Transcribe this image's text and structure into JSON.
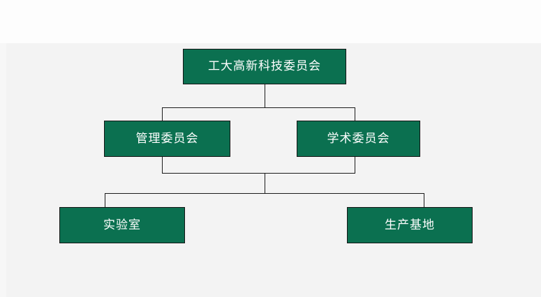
{
  "diagram": {
    "type": "organization-chart",
    "title": "",
    "colors": {
      "node_fill": "#0b7050",
      "node_border": "#141414",
      "node_text": "#ffffff",
      "connector": "#1a1a1a",
      "background": "#f3f3f3",
      "page_background": "#fdfdfd"
    },
    "levels": [
      {
        "level": 1,
        "nodes": [
          {
            "id": "root",
            "label": "工大高新科技委员会"
          }
        ]
      },
      {
        "level": 2,
        "nodes": [
          {
            "id": "mid-left",
            "label": "管理委员会"
          },
          {
            "id": "mid-right",
            "label": "学术委员会"
          }
        ]
      },
      {
        "level": 3,
        "nodes": [
          {
            "id": "leaf-left",
            "label": "实验室"
          },
          {
            "id": "leaf-right",
            "label": "生产基地"
          }
        ]
      }
    ],
    "edges": [
      {
        "from": "root",
        "to": "mid-left"
      },
      {
        "from": "root",
        "to": "mid-right"
      },
      {
        "from": "mid-left",
        "to": "leaf-left"
      },
      {
        "from": "mid-left",
        "to": "leaf-right"
      },
      {
        "from": "mid-right",
        "to": "leaf-left"
      },
      {
        "from": "mid-right",
        "to": "leaf-right"
      }
    ]
  }
}
